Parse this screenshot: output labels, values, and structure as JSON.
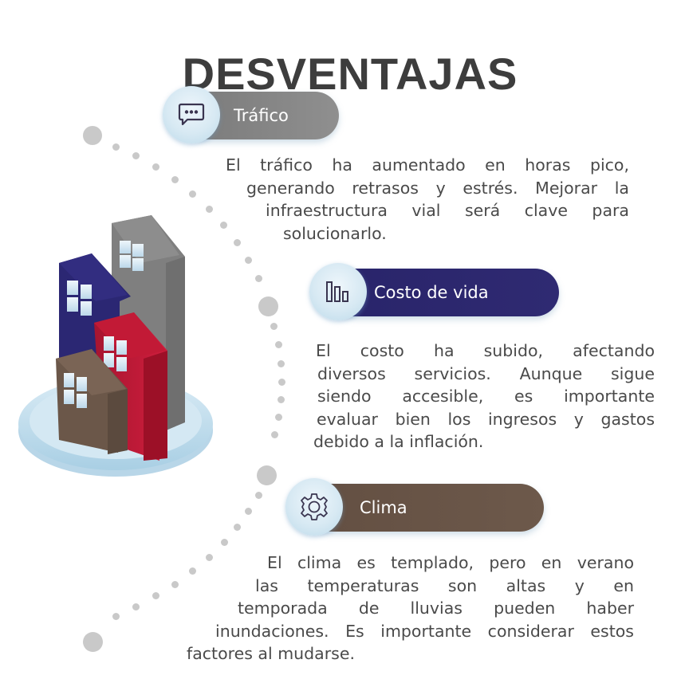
{
  "title": "DESVENTAJAS",
  "colors": {
    "title": "#3d3d3d",
    "trafico": "#858585",
    "costo": "#2b2566",
    "clima": "#6b5749",
    "text": "#4a4a4a",
    "dots": "#c9c9c9",
    "badge": "#d7e9f3"
  },
  "illustration": {
    "icon": "houses-illustration",
    "houses": [
      "navy",
      "gray",
      "red",
      "brown"
    ]
  },
  "items": [
    {
      "label": "Tráfico",
      "icon": "chat-bubble-icon",
      "lines": [
        "El tráfico ha aumentado en horas pico,",
        "generando retrasos y estrés. Mejorar la",
        "infraestructura vial será clave para",
        "solucionarlo."
      ]
    },
    {
      "label": "Costo de vida",
      "icon": "bar-chart-icon",
      "lines": [
        "El costo ha subido, afectando",
        "diversos servicios. Aunque sigue",
        "siendo accesible, es importante",
        "evaluar bien los ingresos y gastos",
        "debido a la inflación."
      ]
    },
    {
      "label": "Clima",
      "icon": "gear-icon",
      "lines": [
        "El clima es templado, pero en verano",
        "las temperaturas son altas y en",
        "temporada de lluvias pueden haber",
        "inundaciones. Es importante considerar estos",
        "factores al mudarse."
      ]
    }
  ]
}
